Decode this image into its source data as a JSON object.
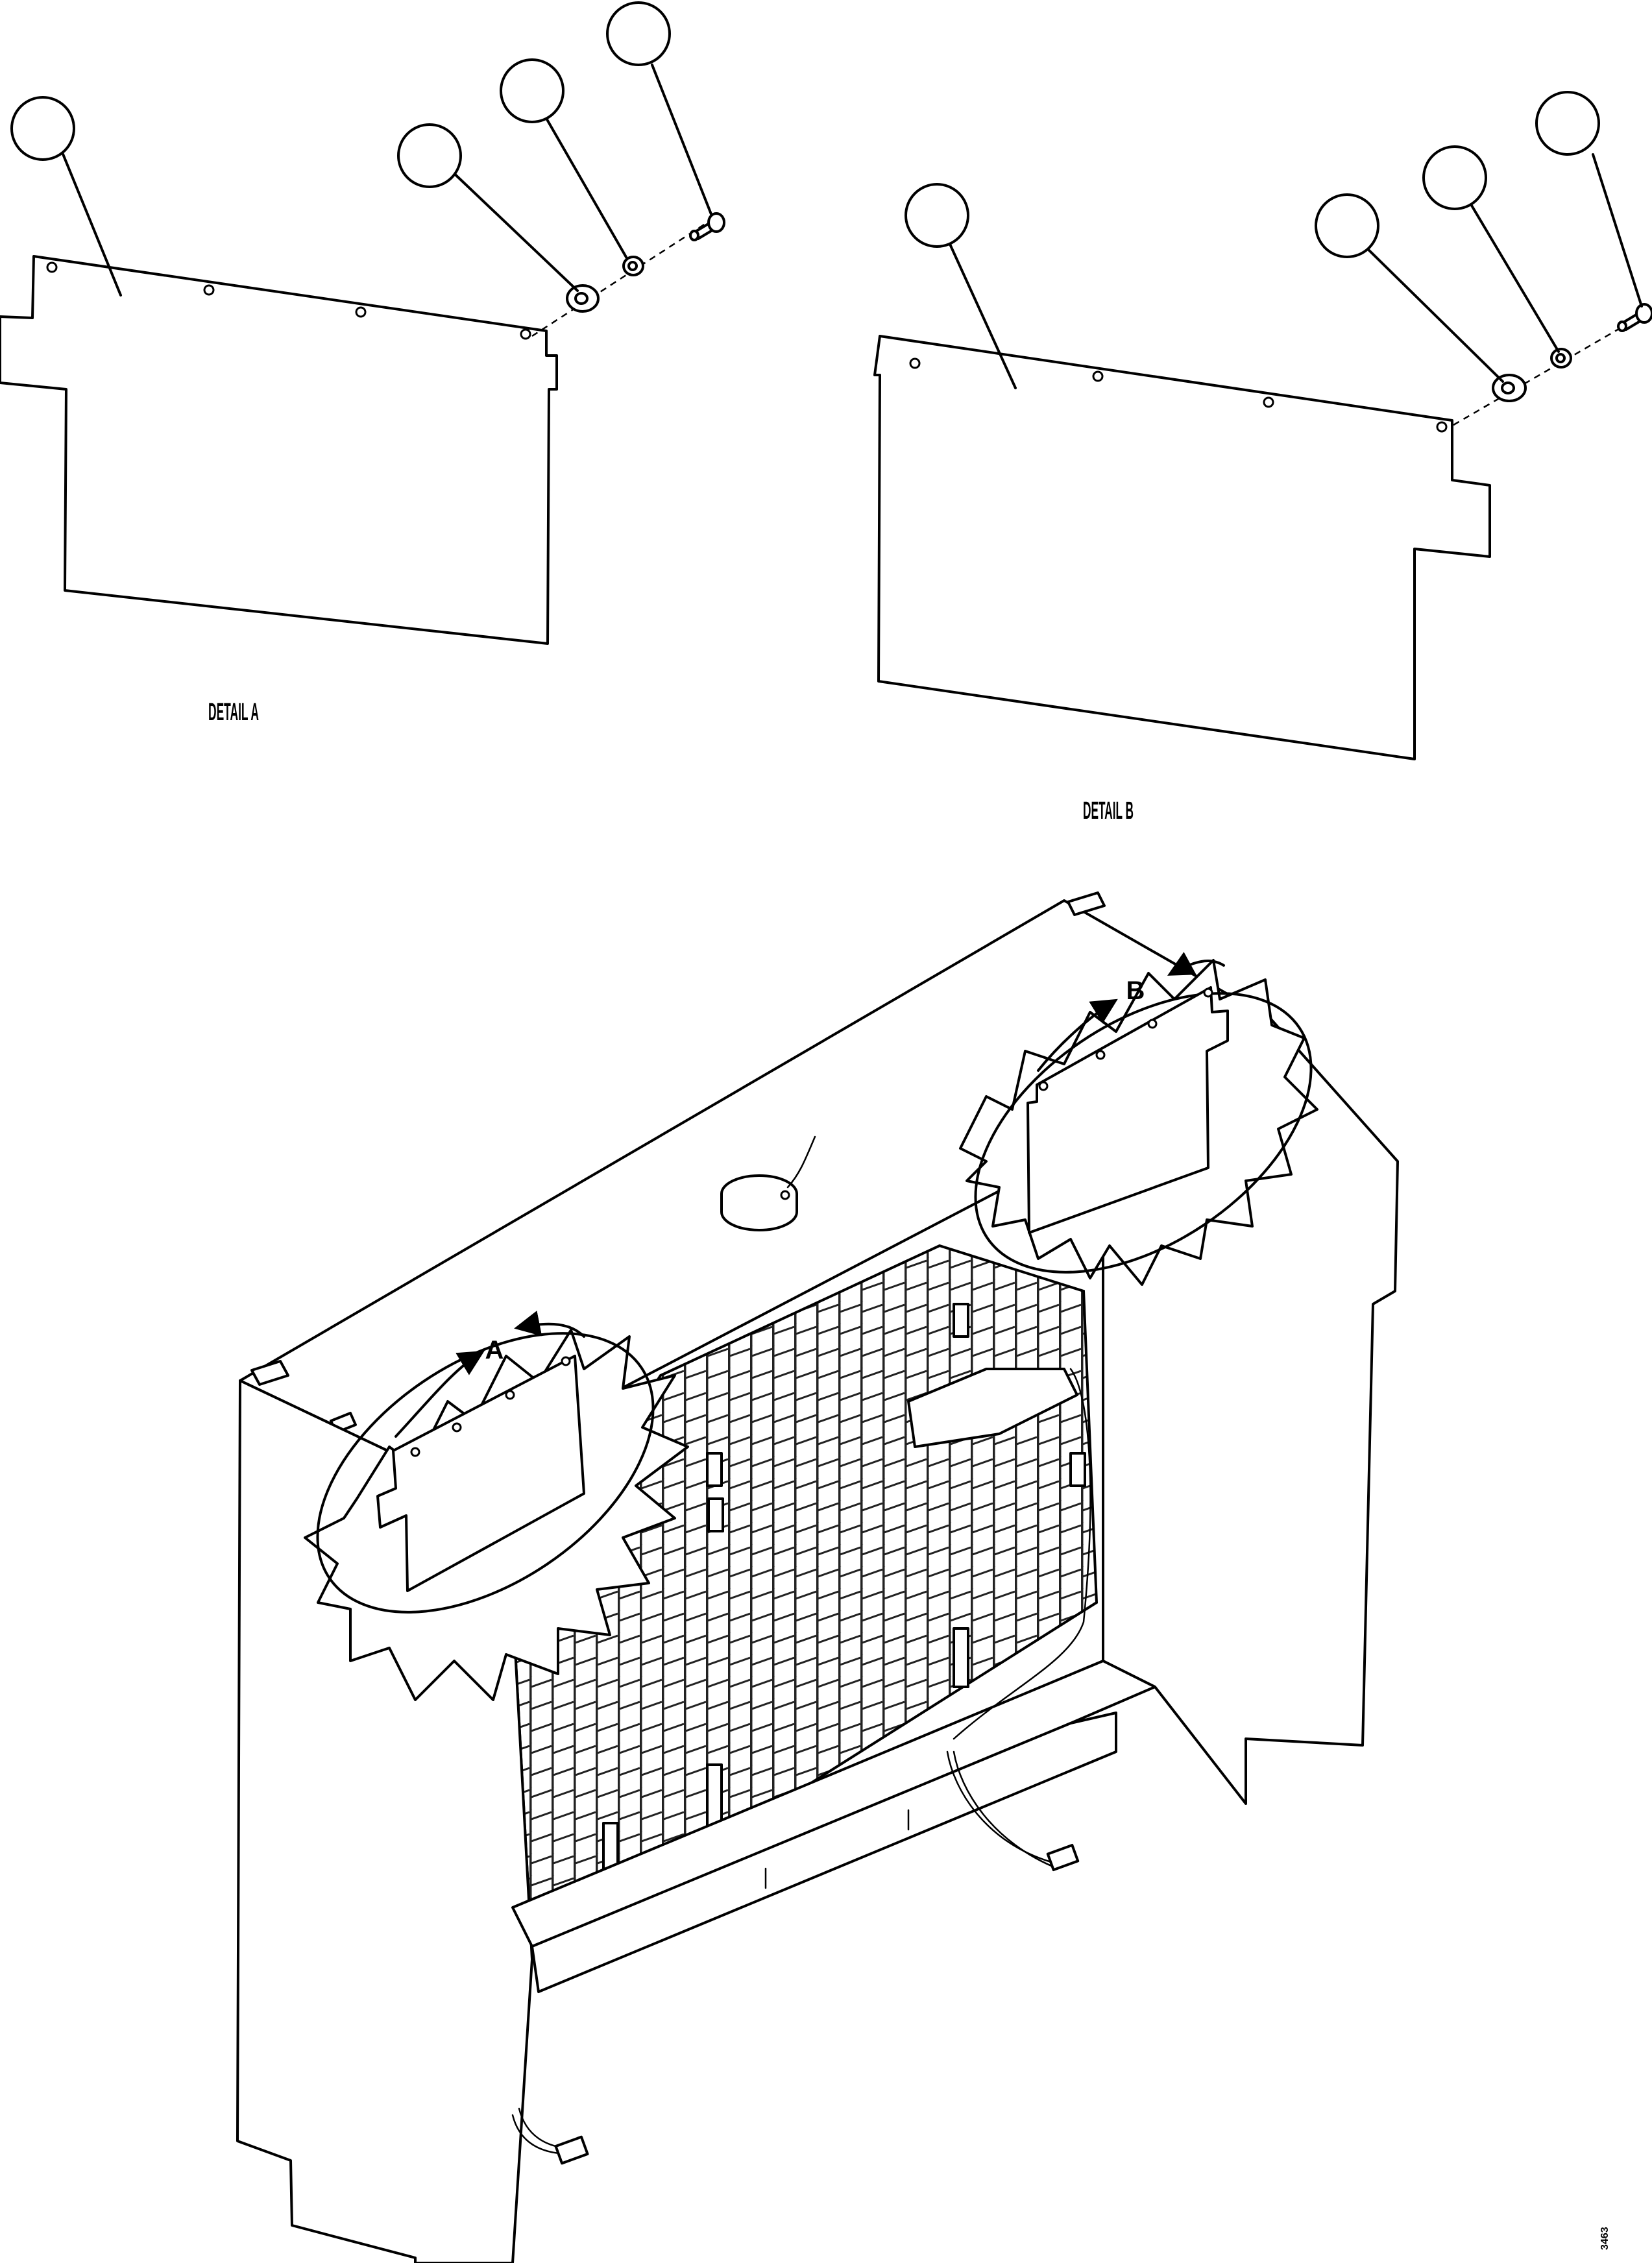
{
  "detail_a": {
    "label": "DETAIL A",
    "callouts": [
      {
        "name": "panel",
        "text": ""
      },
      {
        "name": "washer",
        "text": ""
      },
      {
        "name": "lockwasher",
        "text": ""
      },
      {
        "name": "bolt",
        "text": ""
      }
    ]
  },
  "detail_b": {
    "label": "DETAIL B",
    "callouts": [
      {
        "name": "panel",
        "text": ""
      },
      {
        "name": "washer",
        "text": ""
      },
      {
        "name": "lockwasher",
        "text": ""
      },
      {
        "name": "bolt",
        "text": ""
      }
    ]
  },
  "main_view": {
    "callout_a": "A",
    "callout_b": "B"
  },
  "drawing_code": "3463"
}
